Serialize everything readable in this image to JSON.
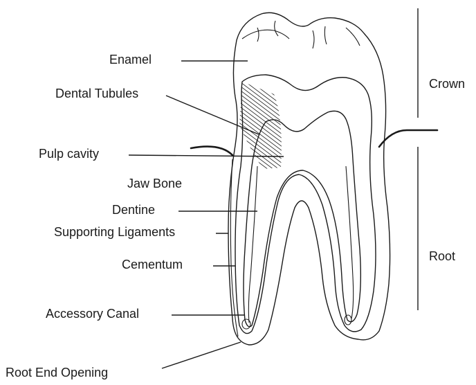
{
  "labels": {
    "enamel": "Enamel",
    "dental_tubules": "Dental Tubules",
    "pulp_cavity": "Pulp cavity",
    "jaw_bone": "Jaw Bone",
    "dentine": "Dentine",
    "supporting_ligaments": "Supporting Ligaments",
    "cementum": "Cementum",
    "accessory_canal": "Accessory Canal",
    "root_end_opening": "Root End Opening"
  },
  "regions": {
    "crown": "Crown",
    "root": "Root"
  }
}
